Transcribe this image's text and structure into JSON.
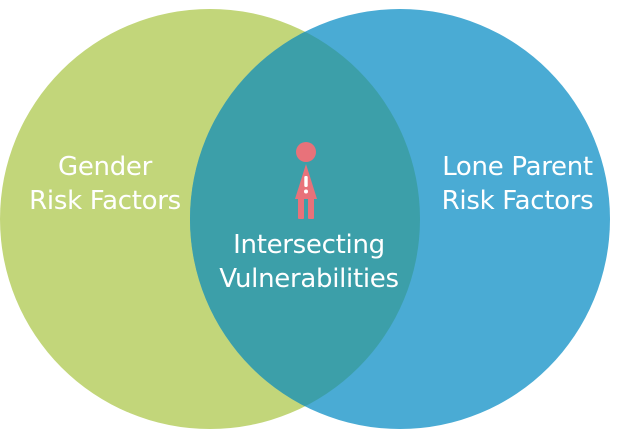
{
  "diagram": {
    "circles": {
      "left": {
        "line1": "Gender",
        "line2": "Risk Factors",
        "color": "#c2d67a"
      },
      "right": {
        "line1": "Lone Parent",
        "line2": "Risk Factors",
        "color": "#4aabd4"
      },
      "overlap": {
        "line1": "Intersecting",
        "line2": "Vulnerabilities",
        "color": "#3c9fa9"
      }
    },
    "icon": {
      "name": "person-warning-icon",
      "color": "#e8727a"
    }
  }
}
